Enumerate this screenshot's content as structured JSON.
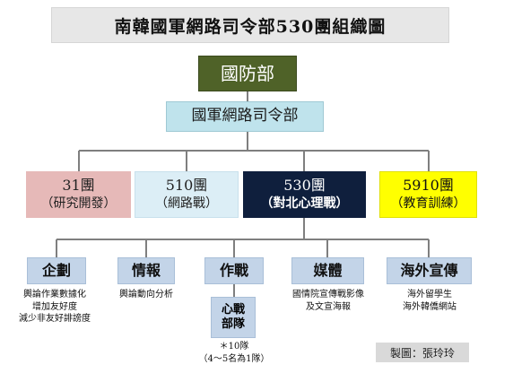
{
  "title": "南韓國軍網路司令部530團組織圖",
  "ministry": "國防部",
  "cyber_command": "國軍網路司令部",
  "groups": [
    {
      "name": "31團",
      "sub": "（研究開發）"
    },
    {
      "name": "510團",
      "sub": "（網路戰）"
    },
    {
      "name": "530團",
      "sub": "（對北心理戰）"
    },
    {
      "name": "5910團",
      "sub": "（教育訓練）"
    }
  ],
  "units": [
    {
      "name": "企劃",
      "desc": [
        "輿論作業數據化",
        "增加友好度",
        "減少非友好誹謗度"
      ]
    },
    {
      "name": "情報",
      "desc": [
        "輿論動向分析"
      ]
    },
    {
      "name": "作戰",
      "desc": []
    },
    {
      "name": "媒體",
      "desc": [
        "國情院宣傳戰影像",
        "及文宣海報"
      ]
    },
    {
      "name": "海外宣傳",
      "desc": [
        "海外留學生",
        "海外韓僑網站"
      ]
    }
  ],
  "psywar": {
    "line1": "心戰",
    "line2": "部隊",
    "note1": "＊10隊",
    "note2": "（4～5名為1隊）"
  },
  "credit": "製圖：張玲玲",
  "colors": {
    "ministry": "#4f6228",
    "cyber": "#bfe3ec",
    "g31": "#e6b9b8",
    "g510": "#dceef6",
    "g530": "#0f1f3d",
    "g5910": "#ffff00",
    "unit": "#c3d4e8",
    "line": "#7f7f7f"
  }
}
